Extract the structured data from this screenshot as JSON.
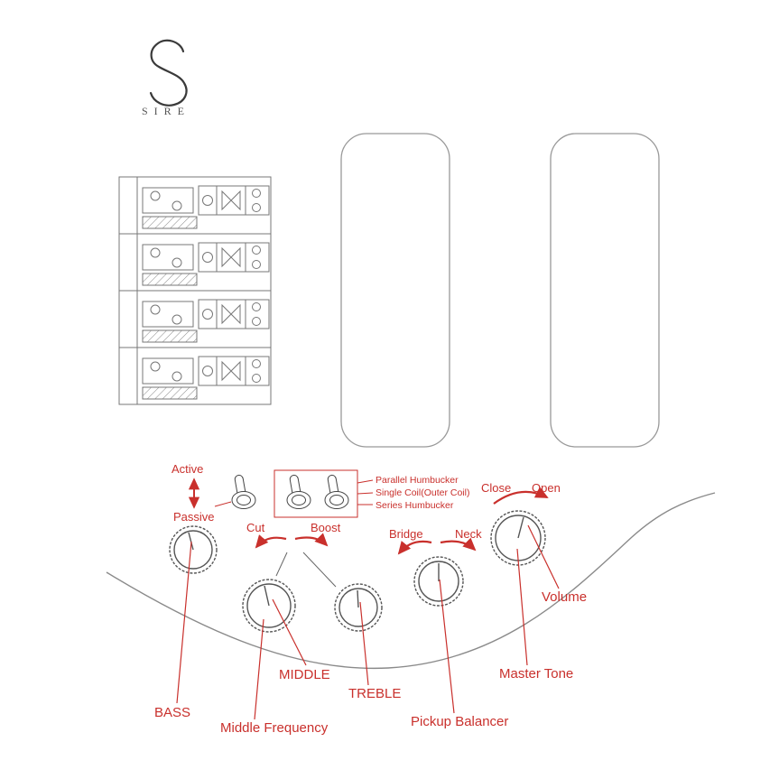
{
  "logo": {
    "brand": "SIRE"
  },
  "colors": {
    "accent_red": "#c9302c",
    "line_gray": "#777777"
  },
  "annotations": {
    "active": "Active",
    "passive": "Passive",
    "parallel_humbucker": "Parallel Humbucker",
    "single_coil": "Single Coil(Outer Coil)",
    "series_humbucker": "Series Humbucker",
    "cut": "Cut",
    "boost": "Boost",
    "bridge": "Bridge",
    "neck": "Neck",
    "close": "Close",
    "open": "Open"
  },
  "knob_labels": {
    "bass": "BASS",
    "middle": "MIDDLE",
    "middle_frequency": "Middle Frequency",
    "treble": "TREBLE",
    "pickup_balancer": "Pickup Balancer",
    "master_tone": "Master Tone",
    "volume": "Volume"
  }
}
